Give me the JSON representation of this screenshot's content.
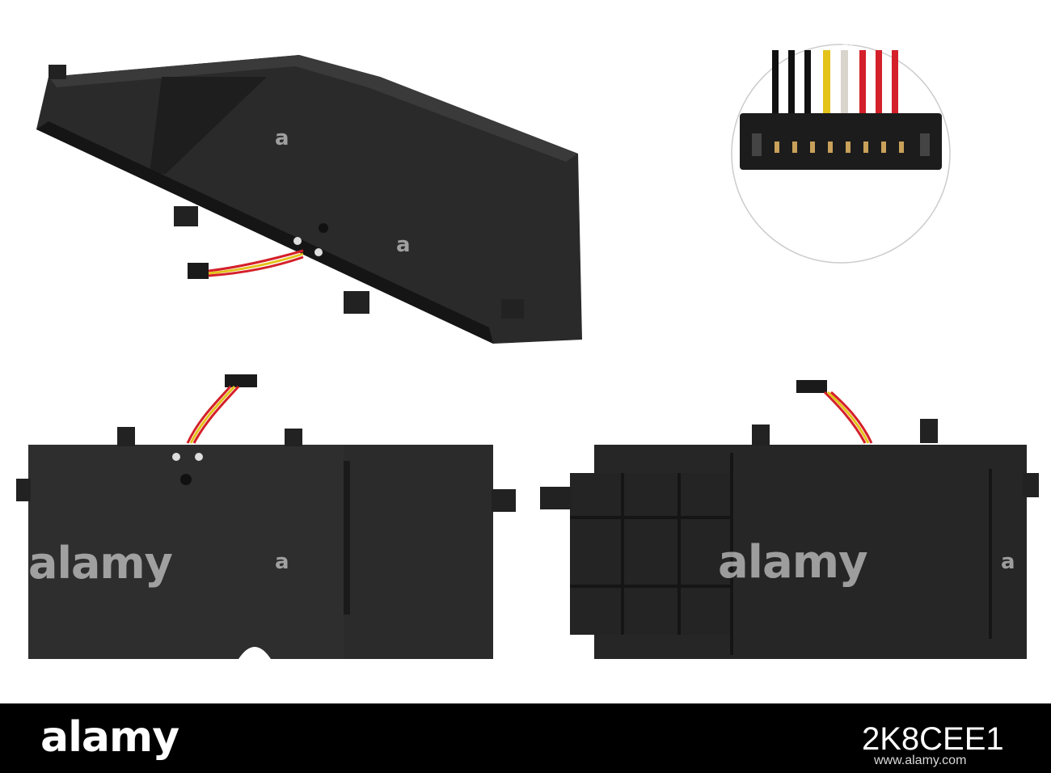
{
  "watermark": {
    "brand": "alamy",
    "mark": "a"
  },
  "footer": {
    "logo": "alamy",
    "image_id": "2K8CEE1",
    "url": "www.alamy.com"
  },
  "colors": {
    "battery_body": "#2b2b2b",
    "battery_edge": "#1a1a1a",
    "wire_red": "#d4202a",
    "wire_yellow": "#e3c21a",
    "wire_black": "#111111",
    "wire_white": "#d9d4cc",
    "footer_bg": "#000000"
  }
}
